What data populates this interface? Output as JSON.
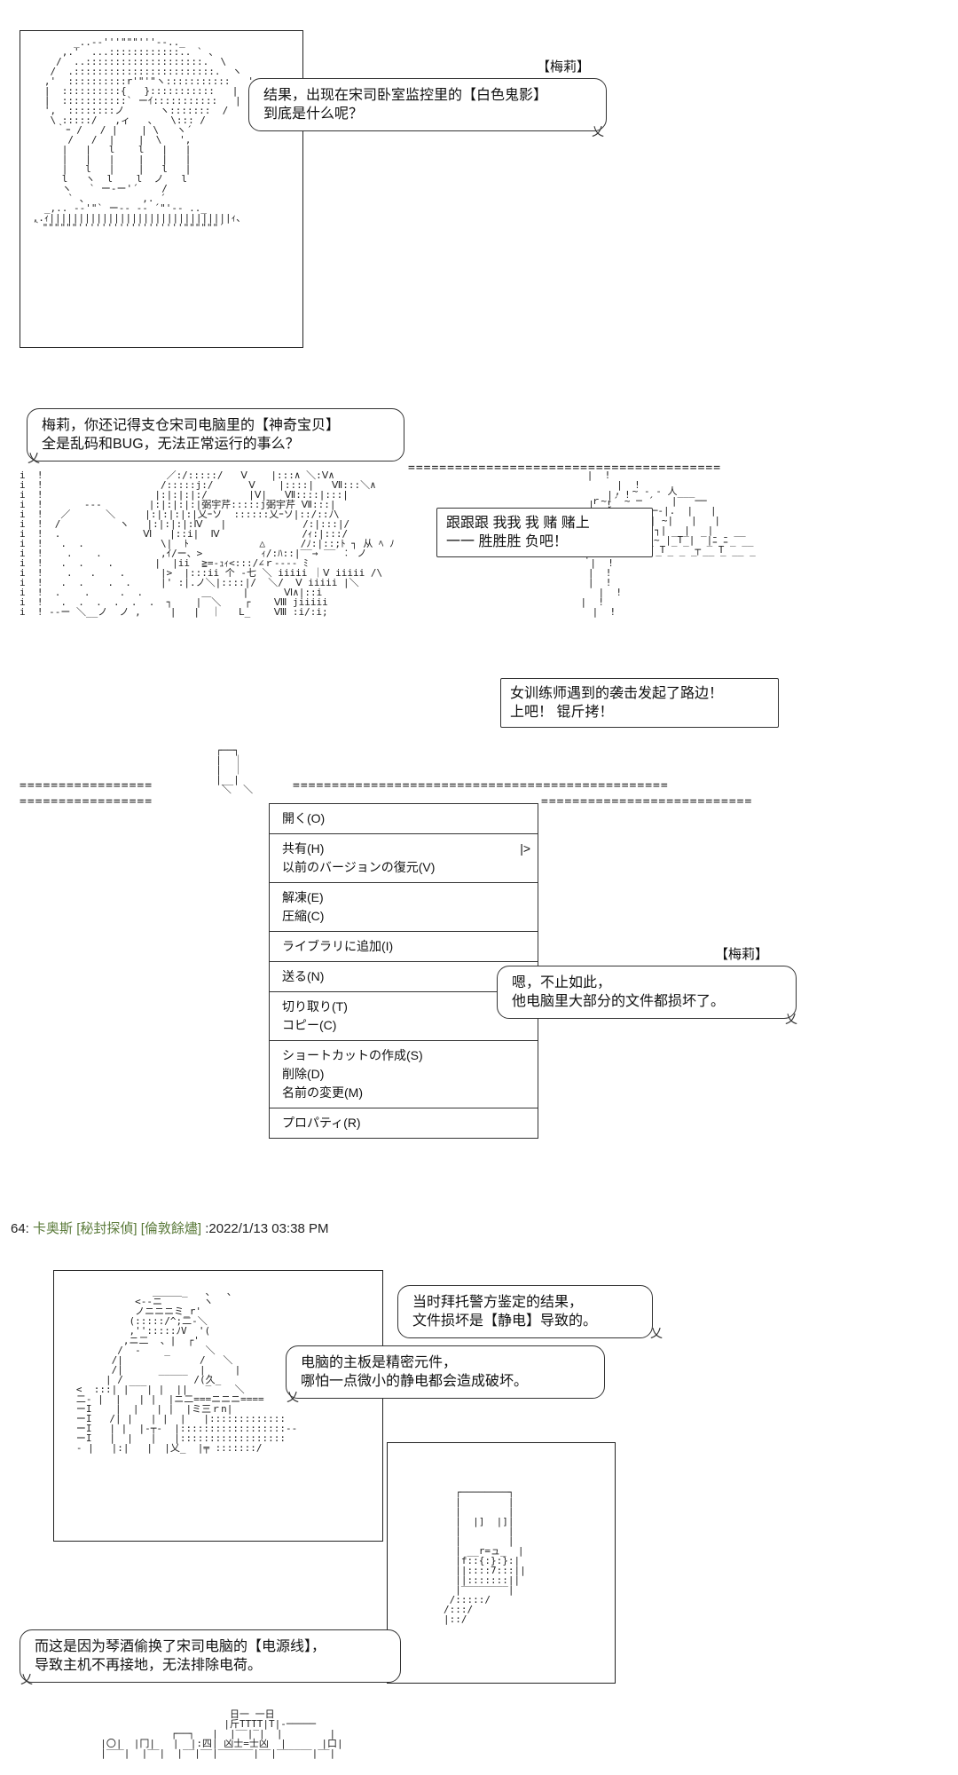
{
  "panel1": {
    "speaker": "【梅莉】",
    "bubble_lines": [
      "结果，出现在宋司卧室监控里的【白色鬼影】",
      "到底是什么呢？"
    ]
  },
  "panel2": {
    "bubble_top_lines": [
      "梅莉，你还记得支仓宋司电脑里的【神奇宝贝】",
      "全是乱码和BUG，无法正常运行的事么？"
    ],
    "screen_sign_lines": [
      "跟跟跟  我我  我  赌  赌上",
      "一一  胜胜胜  负吧！"
    ],
    "screen_box_lines": [
      "女训练师遇到的袭击发起了路边！",
      "上吧！  锟斤拷！"
    ],
    "roman_labels": [
      "Ⅴ",
      "Ⅶ",
      "Ⅵ",
      "Ⅳ",
      "Ⅷ"
    ]
  },
  "context_menu": {
    "groups": [
      {
        "items": [
          {
            "label": "開く(O)",
            "submenu": false
          }
        ]
      },
      {
        "items": [
          {
            "label": "共有(H)",
            "submenu": true
          },
          {
            "label": "以前のバージョンの復元(V)",
            "submenu": false
          }
        ]
      },
      {
        "items": [
          {
            "label": "解凍(E)",
            "submenu": false
          },
          {
            "label": "圧縮(C)",
            "submenu": false
          }
        ]
      },
      {
        "items": [
          {
            "label": "ライブラリに追加(I)",
            "submenu": false
          }
        ]
      },
      {
        "items": [
          {
            "label": "送る(N)",
            "submenu": false
          }
        ]
      },
      {
        "items": [
          {
            "label": "切り取り(T)",
            "submenu": false
          },
          {
            "label": "コピー(C)",
            "submenu": false
          }
        ]
      },
      {
        "items": [
          {
            "label": "ショートカットの作成(S)",
            "submenu": false
          },
          {
            "label": "削除(D)",
            "submenu": false
          },
          {
            "label": "名前の変更(M)",
            "submenu": false
          }
        ]
      },
      {
        "items": [
          {
            "label": "プロパティ(R)",
            "submenu": false
          }
        ]
      }
    ],
    "submenu_arrow": "|>"
  },
  "panel3": {
    "speaker": "【梅莉】",
    "bubble_lines": [
      "嗯，不止如此，",
      "他电脑里大部分的文件都损坏了。"
    ]
  },
  "post_meta": {
    "number": "64:",
    "name": "卡奥斯 [秘封探偵] [倫敦餘燼]",
    "date": ":2022/1/13 03:38 PM"
  },
  "panel4": {
    "bubble1_lines": [
      "当时拜托警方鉴定的结果，",
      "文件损坏是【静电】导致的。"
    ],
    "bubble2_lines": [
      "电脑的主板是精密元件，",
      "哪怕一点微小的静电都会造成破坏。"
    ],
    "bubble3_lines": [
      "而这是因为琴酒偷换了宋司电脑的【电源线】，",
      "导致主机不再接地，无法排除电荷。"
    ]
  }
}
